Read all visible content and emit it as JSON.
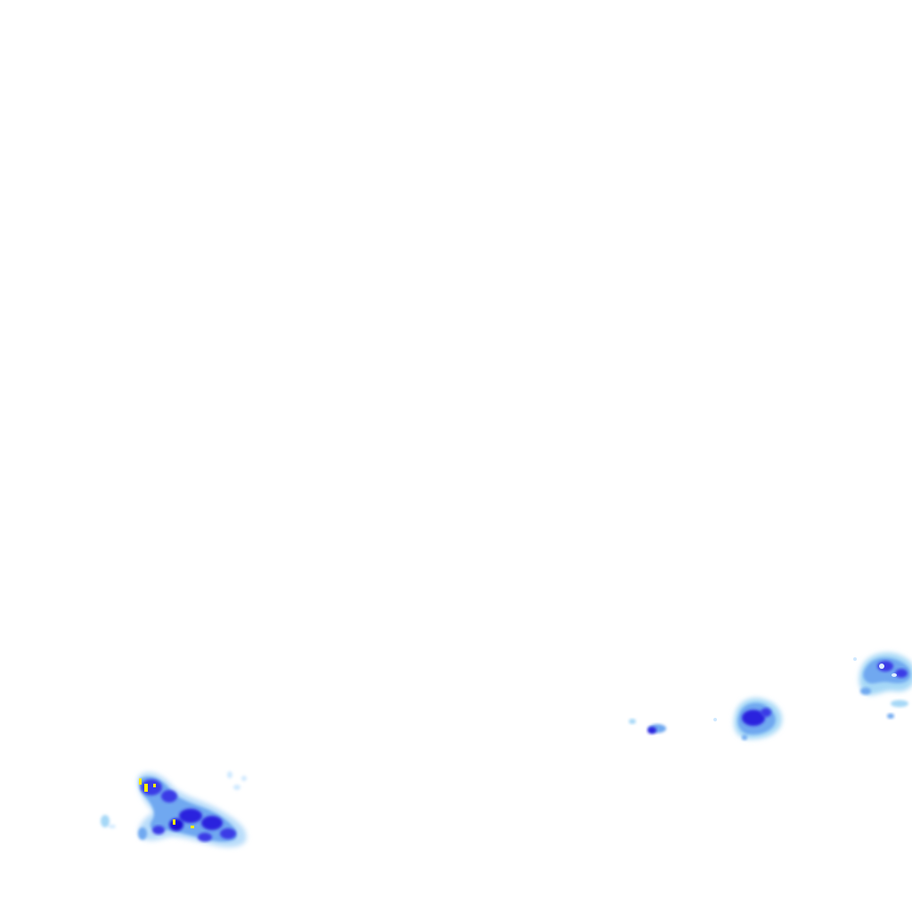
{
  "map": {
    "type": "radar-precipitation-overlay",
    "background_color": "#ffffff",
    "legend_colors": {
      "very_light": "#cfe9ff",
      "light": "#a6d8f7",
      "moderate": "#6fa8f0",
      "heavy": "#3a3ae6",
      "very_heavy": "#1f10d6",
      "intense": "#ffee00"
    },
    "echo_cells": [
      {
        "id": "southwest-band",
        "intensity": "intense"
      },
      {
        "id": "southwest-fragments",
        "intensity": "light"
      },
      {
        "id": "south-central-fleck",
        "intensity": "heavy"
      },
      {
        "id": "southeast-cell",
        "intensity": "very_heavy"
      },
      {
        "id": "east-edge-cluster",
        "intensity": "moderate"
      }
    ]
  }
}
